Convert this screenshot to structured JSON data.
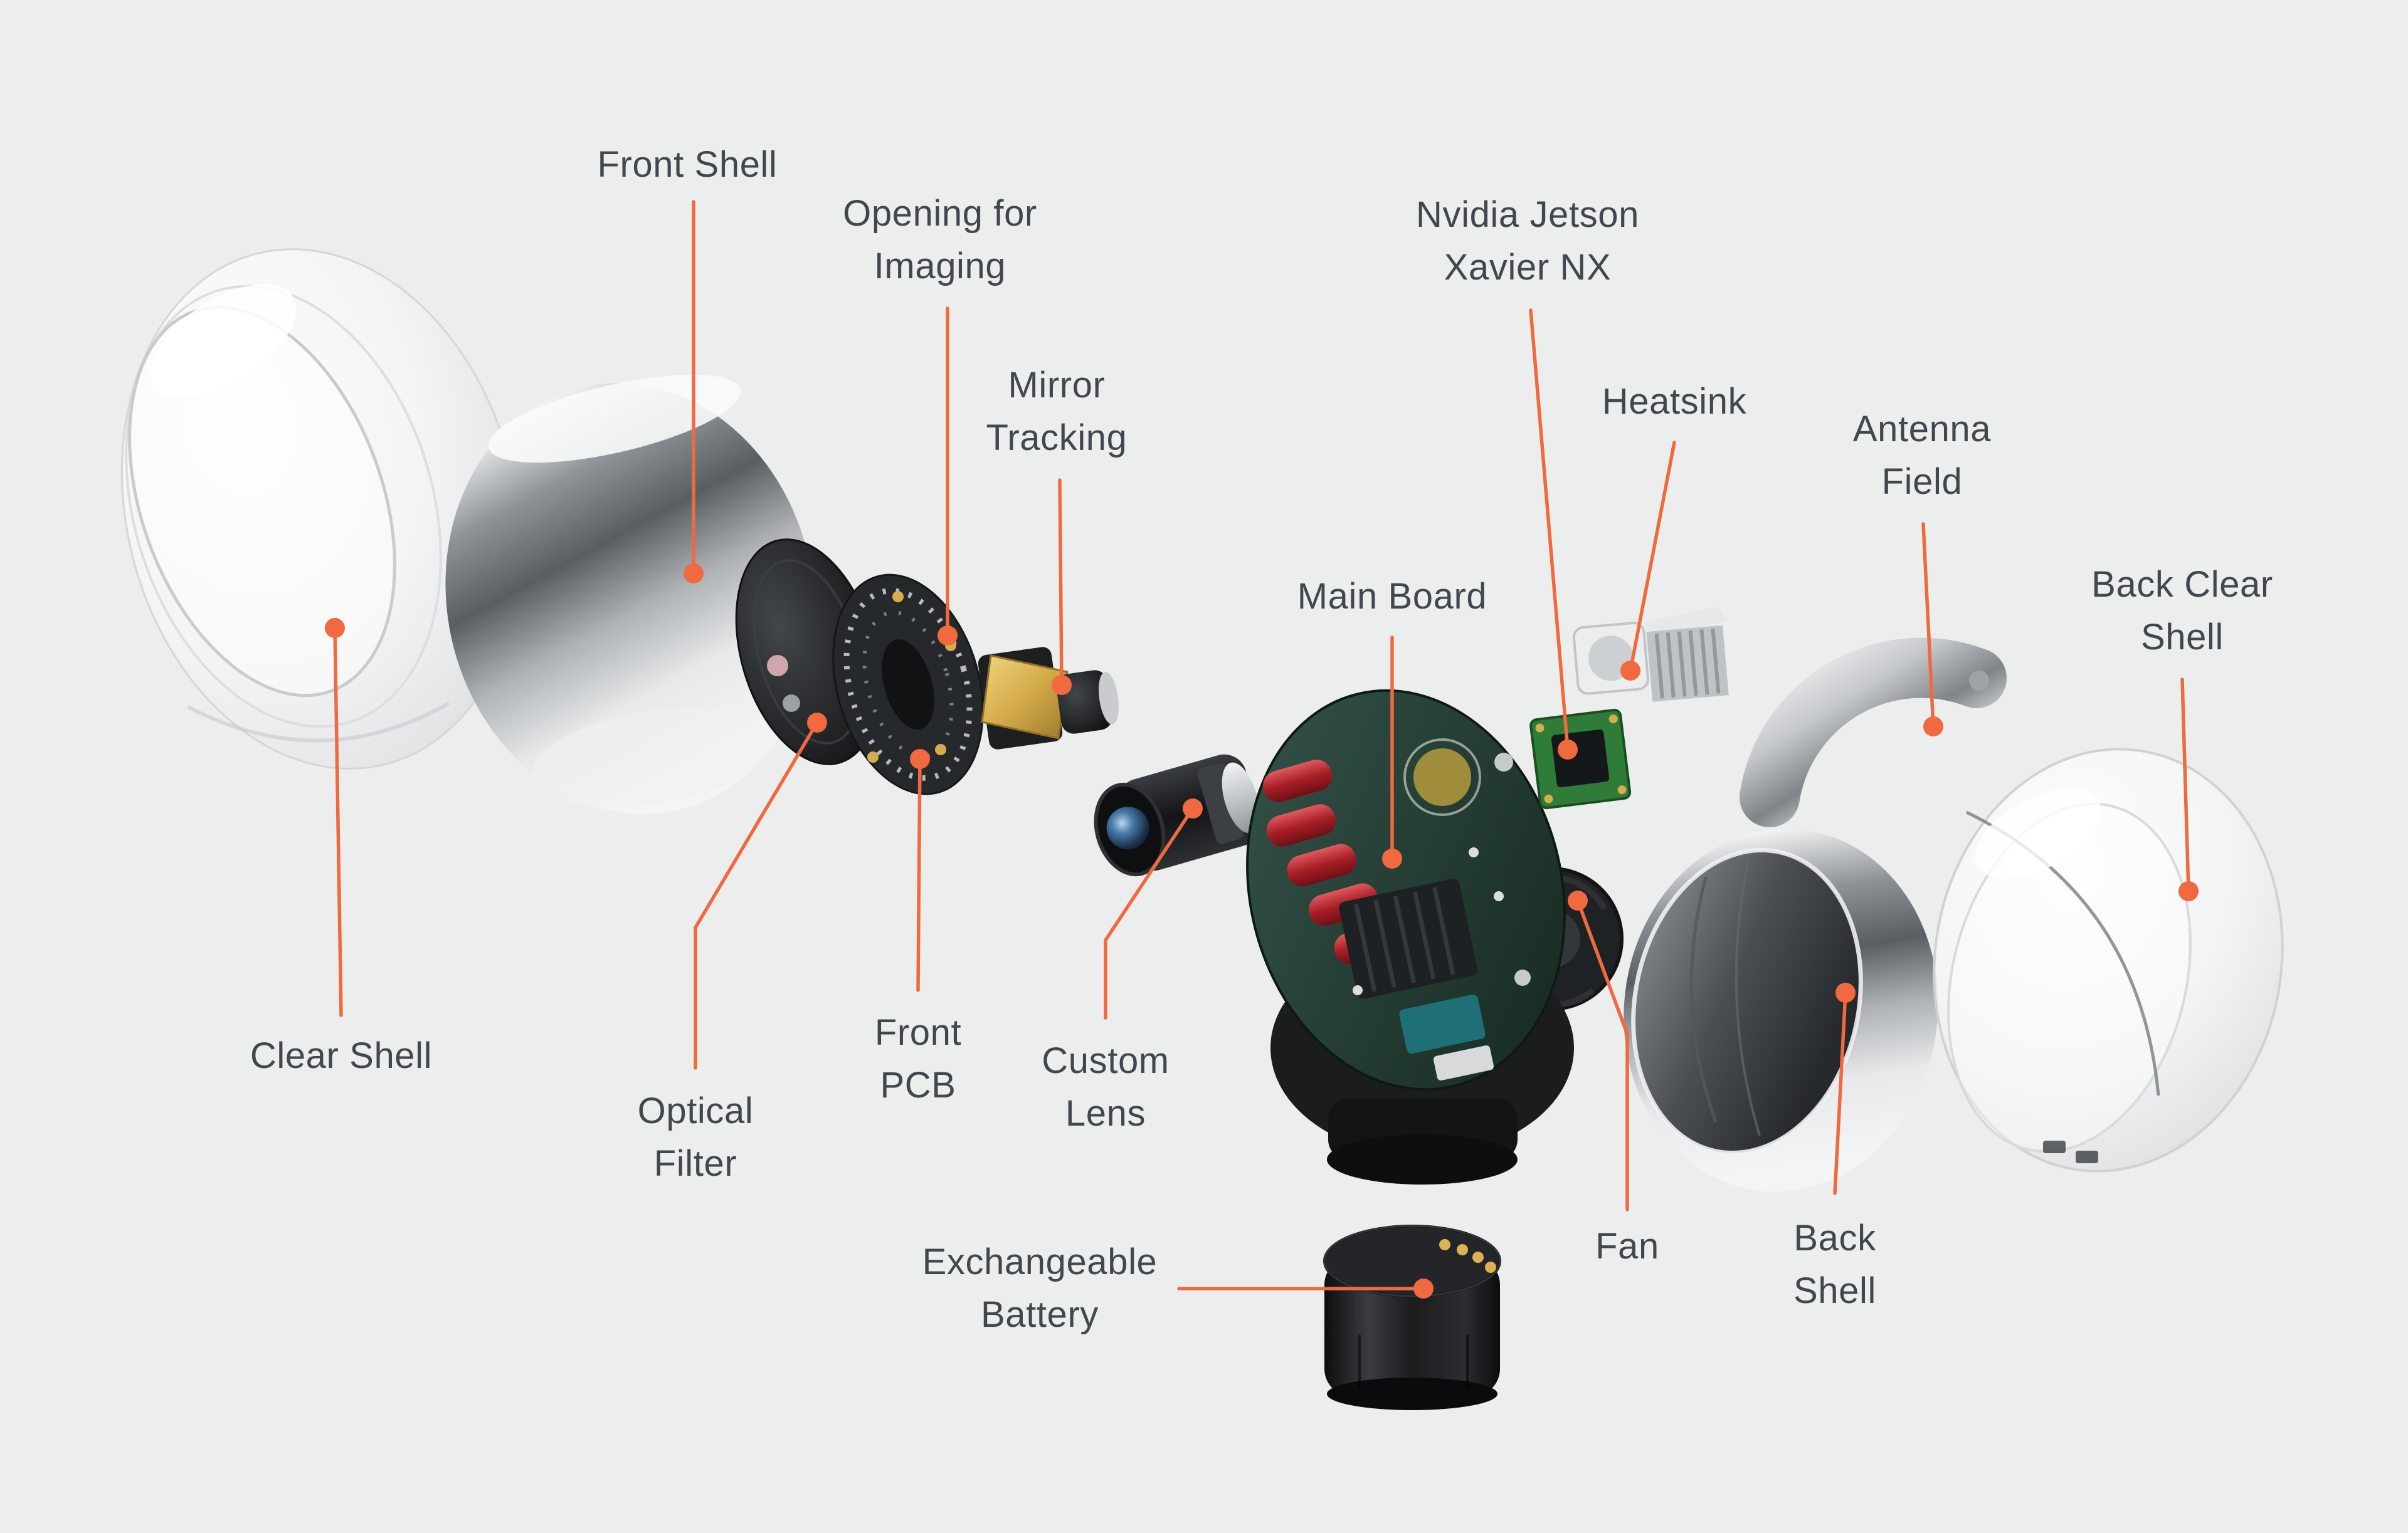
{
  "canvas": {
    "background": "#ECEDED",
    "accent": "#F0693F",
    "text_color": "#40474E"
  },
  "figure": {
    "type": "exploded-view-diagram"
  },
  "callouts": [
    {
      "id": "front-shell",
      "label": "Front Shell"
    },
    {
      "id": "opening-for-imaging",
      "label": "Opening for\nImaging"
    },
    {
      "id": "mirror-tracking",
      "label": "Mirror\nTracking"
    },
    {
      "id": "nvidia-jetson-xavier-nx",
      "label": "Nvidia Jetson\nXavier NX"
    },
    {
      "id": "heatsink",
      "label": "Heatsink"
    },
    {
      "id": "antenna-field",
      "label": "Antenna\nField"
    },
    {
      "id": "back-clear-shell",
      "label": "Back Clear\nShell"
    },
    {
      "id": "main-board",
      "label": "Main Board"
    },
    {
      "id": "clear-shell",
      "label": "Clear Shell"
    },
    {
      "id": "optical-filter",
      "label": "Optical\nFilter"
    },
    {
      "id": "front-pcb",
      "label": "Front\nPCB"
    },
    {
      "id": "custom-lens",
      "label": "Custom\nLens"
    },
    {
      "id": "exchangeable-battery",
      "label": "Exchangeable\nBattery"
    },
    {
      "id": "fan",
      "label": "Fan"
    },
    {
      "id": "back-shell",
      "label": "Back\nShell"
    }
  ]
}
